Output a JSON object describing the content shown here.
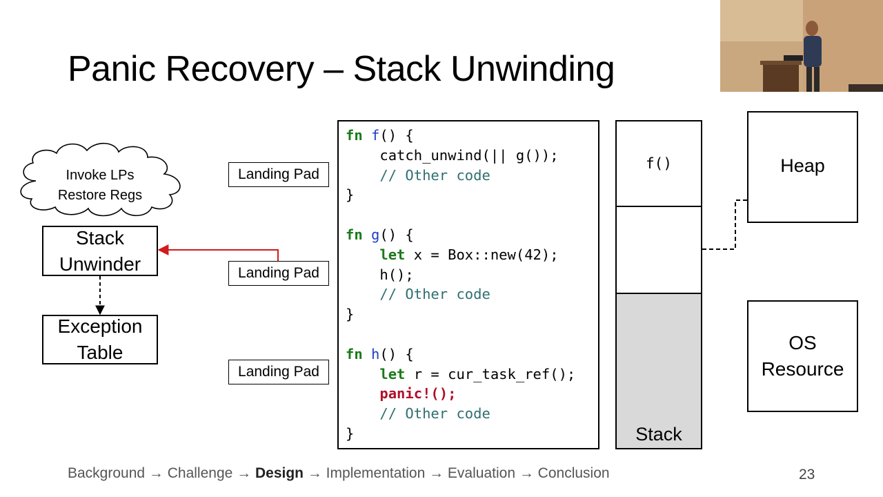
{
  "slide": {
    "title": "Panic Recovery – Stack Unwinding",
    "page_number": "23"
  },
  "cloud": {
    "line1": "Invoke LPs",
    "line2": "Restore Regs"
  },
  "stack_unwinder": {
    "line1": "Stack",
    "line2": "Unwinder"
  },
  "exception_table": {
    "line1": "Exception",
    "line2": "Table"
  },
  "landing_pads": [
    "Landing Pad",
    "Landing Pad",
    "Landing Pad"
  ],
  "code": {
    "lines": [
      [
        {
          "t": "fn ",
          "c": "kw"
        },
        {
          "t": "f",
          "c": "fnname"
        },
        {
          "t": "() {",
          "c": ""
        }
      ],
      [
        {
          "t": "    catch_unwind(|| g());",
          "c": ""
        }
      ],
      [
        {
          "t": "    // Other code",
          "c": "cm"
        }
      ],
      [
        {
          "t": "}",
          "c": ""
        }
      ],
      [],
      [
        {
          "t": "fn ",
          "c": "kw"
        },
        {
          "t": "g",
          "c": "fnname"
        },
        {
          "t": "() {",
          "c": ""
        }
      ],
      [
        {
          "t": "    ",
          "c": ""
        },
        {
          "t": "let",
          "c": "kw"
        },
        {
          "t": " x = Box::new(42);",
          "c": ""
        }
      ],
      [
        {
          "t": "    h();",
          "c": ""
        }
      ],
      [
        {
          "t": "    // Other code",
          "c": "cm"
        }
      ],
      [
        {
          "t": "}",
          "c": ""
        }
      ],
      [],
      [
        {
          "t": "fn ",
          "c": "kw"
        },
        {
          "t": "h",
          "c": "fnname"
        },
        {
          "t": "() {",
          "c": ""
        }
      ],
      [
        {
          "t": "    ",
          "c": ""
        },
        {
          "t": "let",
          "c": "kw"
        },
        {
          "t": " r = cur_task_ref();",
          "c": ""
        }
      ],
      [
        {
          "t": "    ",
          "c": ""
        },
        {
          "t": "panic!();",
          "c": "pn"
        }
      ],
      [
        {
          "t": "    // Other code",
          "c": "cm"
        }
      ],
      [
        {
          "t": "}",
          "c": ""
        }
      ]
    ]
  },
  "stack": {
    "frame_label": "f()",
    "label": "Stack"
  },
  "heap": {
    "label": "Heap"
  },
  "os_resource": {
    "line1": "OS",
    "line2": "Resource"
  },
  "footer": {
    "before": "Background → Challenge → ",
    "current": "Design",
    "after": " → Implementation → Evaluation → Conclusion"
  },
  "colors": {
    "cross": "#e8101a",
    "arrow_red": "#d01c1c",
    "keyword": "#1a7a1a",
    "function_name": "#1f3fc8",
    "comment": "#2f6f70",
    "panic": "#b0102a",
    "heap_object": "#1f5f6e",
    "stack_free": "#d9d9d9"
  }
}
